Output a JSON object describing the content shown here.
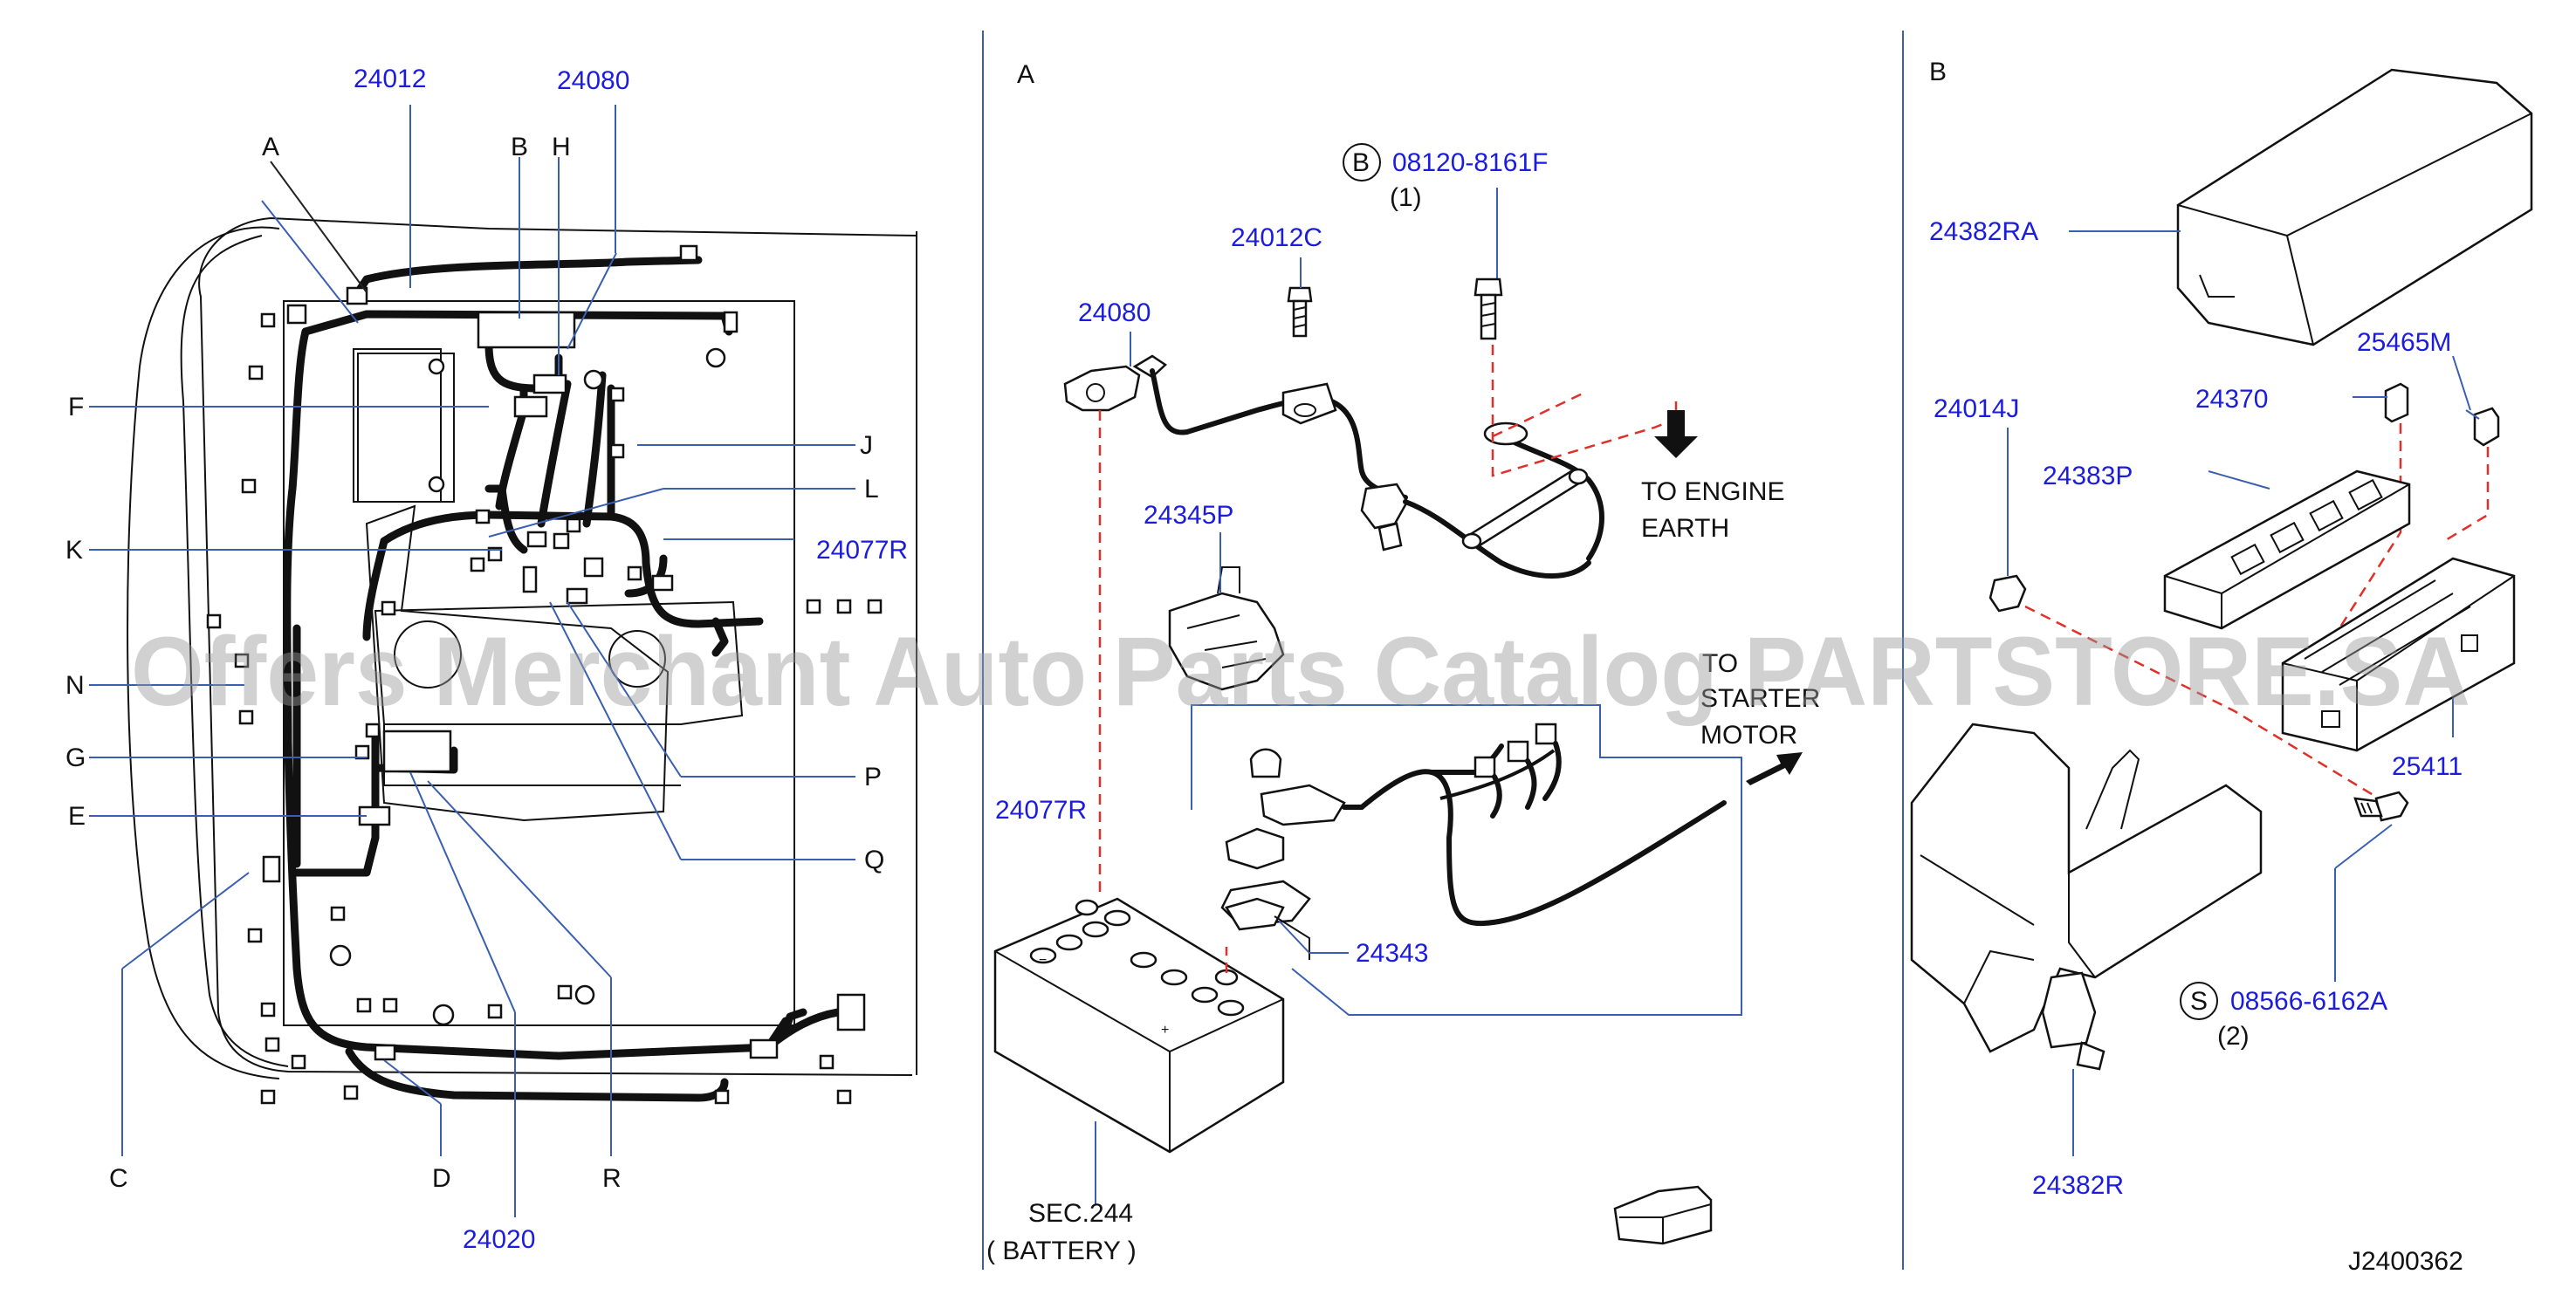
{
  "watermark": "Offers Merchant Auto Parts Catalog PARTSTORE.SA",
  "drawing_code": "J2400362",
  "left_view": {
    "part_labels": {
      "p24012": "24012",
      "p24080": "24080",
      "p24077R": "24077R",
      "p24020": "24020"
    },
    "letter_labels": {
      "A": "A",
      "B": "B",
      "H": "H",
      "F": "F",
      "J": "J",
      "L": "L",
      "K": "K",
      "N": "N",
      "G": "G",
      "P": "P",
      "E": "E",
      "Q": "Q",
      "C": "C",
      "D": "D",
      "R": "R"
    }
  },
  "view_a": {
    "title": "A",
    "bolt_marker": "B",
    "bolt_part": "08120-8161F",
    "bolt_qty": "(1)",
    "parts": {
      "p24012C": "24012C",
      "p24080": "24080",
      "p24345P": "24345P",
      "p24077R": "24077R",
      "p24343": "24343"
    },
    "to_engine_earth": [
      "TO  ENGINE",
      "EARTH"
    ],
    "to_starter_motor": [
      "TO",
      "STARTER",
      "MOTOR"
    ],
    "battery": [
      "SEC.244",
      "( BATTERY )"
    ]
  },
  "view_b": {
    "title": "B",
    "screw_marker": "S",
    "screw_part": "08566-6162A",
    "screw_qty": "(2)",
    "parts": {
      "p24382RA": "24382RA",
      "p25465M": "25465M",
      "p24014J": "24014J",
      "p24370": "24370",
      "p24383P": "24383P",
      "p25411": "25411",
      "p24382R": "24382R"
    }
  }
}
